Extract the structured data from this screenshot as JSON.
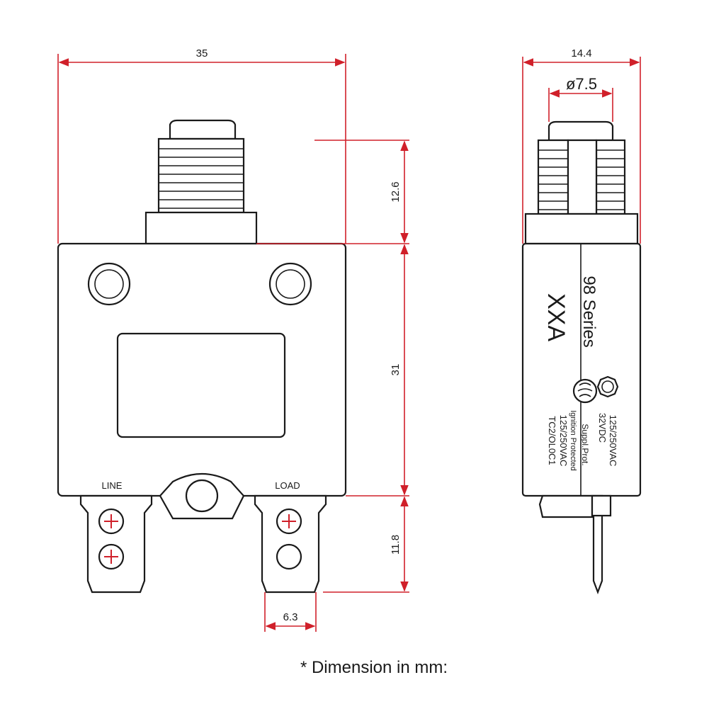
{
  "dimensions": {
    "width_front": "35",
    "width_side": "14.4",
    "button_diameter": "ø7.5",
    "button_height": "12.6",
    "body_height": "31",
    "terminal_length": "11.8",
    "terminal_width": "6.3"
  },
  "terminals": {
    "line": "LINE",
    "load": "LOAD"
  },
  "side_label": {
    "model": "XXA",
    "series": "98 Series",
    "rating_1": "125/250VAC",
    "rating_2": "32VDC",
    "supp": "Suppl.Prot.",
    "ignition": "Ignition Protected",
    "rating_3": "125/250VAC",
    "code": "TC2/OL0C1"
  },
  "footer": "* Dimension in mm:",
  "colors": {
    "dimension": "#d0202a",
    "outline": "#1a1a1a"
  }
}
